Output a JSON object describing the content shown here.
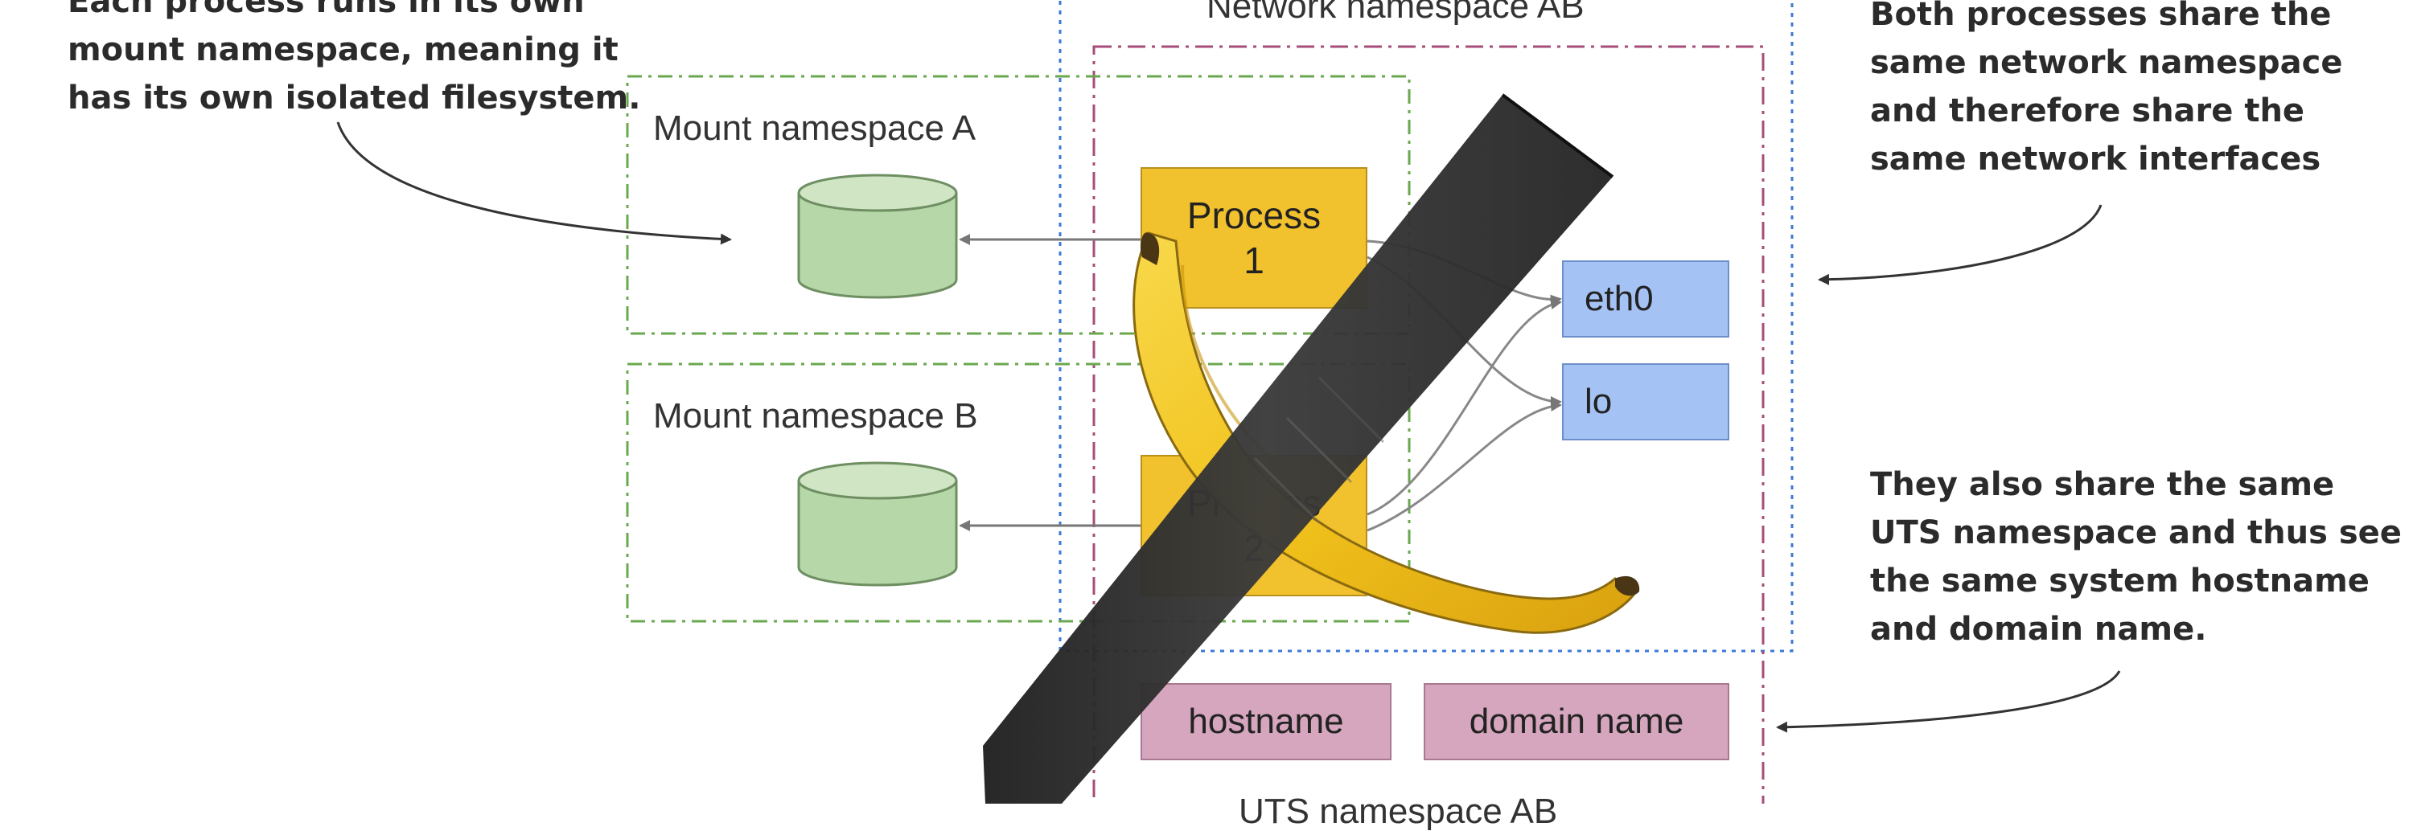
{
  "annotations": {
    "top_left": {
      "lines": [
        "Each process runs in its own",
        "mount namespace, meaning it",
        "has its own isolated filesystem."
      ]
    },
    "top_right": {
      "lines": [
        "Both processes share the",
        "same network namespace",
        "and therefore share the",
        "same network interfaces"
      ]
    },
    "bottom_right": {
      "lines": [
        "They also share the same",
        "UTS namespace and thus see",
        "the same system hostname",
        "and domain name."
      ]
    }
  },
  "namespaces": {
    "network": "Network namespace AB",
    "mount_a": "Mount namespace A",
    "mount_b": "Mount namespace B",
    "uts": "UTS namespace AB"
  },
  "processes": {
    "p1": [
      "Process",
      "1"
    ],
    "p2": [
      "Process",
      "2"
    ]
  },
  "interfaces": {
    "eth0": "eth0",
    "lo": "lo"
  },
  "uts_fields": {
    "hostname": "hostname",
    "domain_name": "domain name"
  },
  "colors": {
    "process_fill": "#f2c12e",
    "filesystem_fill": "#b6d7a8",
    "interface_fill": "#a4c2f4",
    "uts_fill": "#d5a6bd",
    "mount_ns_border": "#6aa84f",
    "network_ns_border": "#3c78d8",
    "uts_ns_border": "#a64d79",
    "tape": "#2e2e2e",
    "banana": "#f3c623"
  },
  "icons": {
    "filesystem_a": "cylinder-icon",
    "filesystem_b": "cylinder-icon",
    "overlay": "taped-banana"
  }
}
